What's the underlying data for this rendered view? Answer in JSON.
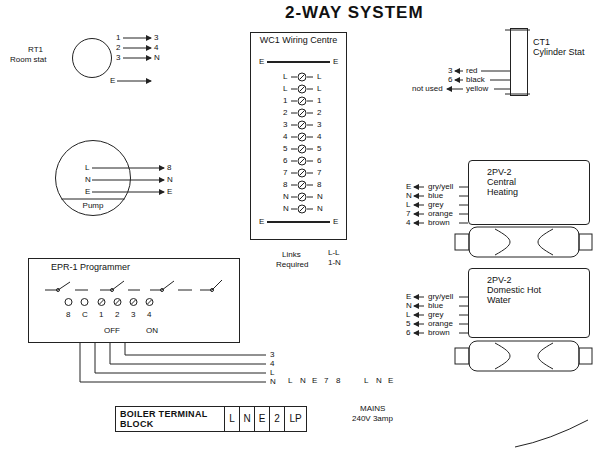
{
  "diagram": {
    "title": "2-WAY SYSTEM",
    "nodes": [
      {
        "text": [
          "RT1",
          "Room stat"
        ]
      },
      {
        "text": [
          "WC1 Wiring Centre"
        ]
      },
      {
        "text": [
          "CT1",
          "Cylinder Stat"
        ]
      },
      {
        "text": [
          "Pump"
        ]
      },
      {
        "text": [
          "2PV-2",
          "Central Heating"
        ]
      },
      {
        "text": [
          "EPR-1 Programmer"
        ]
      },
      {
        "text": [
          "2PV-2",
          "Domestic Hot Water"
        ]
      },
      {
        "text": [
          "BOILER TERMINAL BLOCK"
        ]
      },
      {
        "text": [
          "L"
        ],
        "in": 7
      },
      {
        "text": [
          "N"
        ],
        "in": 7
      },
      {
        "text": [
          "E"
        ],
        "in": 7
      },
      {
        "text": [
          "2"
        ],
        "in": 7
      },
      {
        "text": [
          "LP"
        ],
        "in": 7
      }
    ],
    "labels": [
      "1",
      "3",
      "2",
      "4",
      "3",
      "N",
      "E",
      "E",
      "E",
      "L",
      "L",
      "L",
      "L",
      "1",
      "1",
      "2",
      "2",
      "3",
      "3",
      "4",
      "4",
      "5",
      "5",
      "6",
      "6",
      "7",
      "7",
      "8",
      "8",
      "N",
      "N",
      "N",
      "N",
      "E",
      "E",
      "Links",
      "Required",
      "L-L",
      "1-N",
      "3",
      "red",
      "6",
      "black",
      "not used",
      "yellow",
      "L",
      "8",
      "N",
      "N",
      "E",
      "E",
      "8",
      "C",
      "1",
      "2",
      "3",
      "4",
      "OFF",
      "ON",
      "3",
      "4",
      "L",
      "N",
      "L",
      "N",
      "E",
      "7",
      "8",
      "L",
      "N",
      "E",
      "MAINS",
      "240V 3amp",
      "E",
      "gry/yell",
      "N",
      "blue",
      "L",
      "grey",
      "7",
      "orange",
      "4",
      "brown",
      "E",
      "gry/yell",
      "N",
      "blue",
      "L",
      "grey",
      "5",
      "orange",
      "6",
      "brown"
    ]
  }
}
